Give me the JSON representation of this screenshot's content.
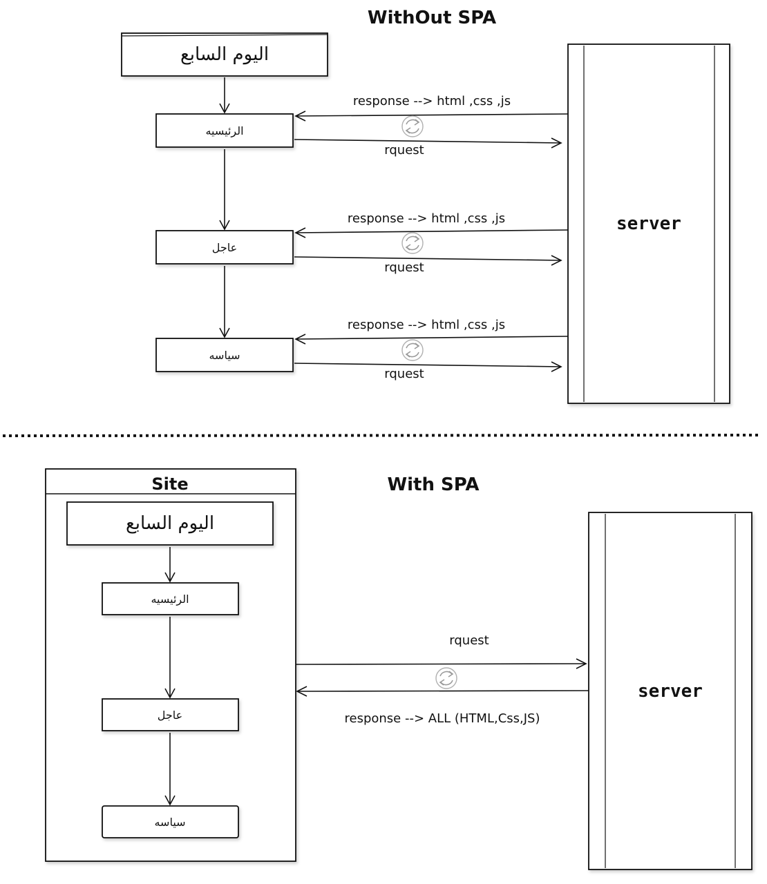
{
  "top": {
    "title": "WithOut SPA",
    "main_box": "اليوم السابع",
    "pages": [
      "الرئيسيه",
      "عاجل",
      "سياسه"
    ],
    "response_label": "response --> html ,css ,js",
    "request_label": "rquest",
    "server_label": "server"
  },
  "divider": "dotted",
  "bottom": {
    "title": "With SPA",
    "site_label": "Site",
    "main_box": "اليوم السابع",
    "pages": [
      "الرئيسيه",
      "عاجل",
      "سياسه"
    ],
    "request_label": "rquest",
    "response_label": "response --> ALL (HTML,Css,JS)",
    "server_label": "server"
  },
  "colors": {
    "ink": "#111111",
    "cycle_icon": "#9a9a9a",
    "background": "#ffffff"
  }
}
